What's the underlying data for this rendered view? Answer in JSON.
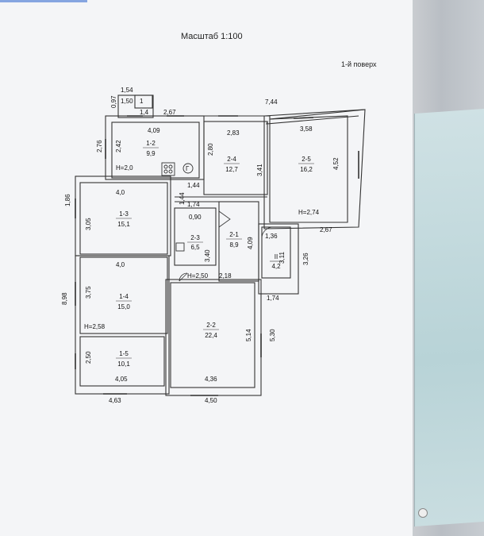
{
  "header": {
    "scale": "Масштаб 1:100",
    "floor": "1-й поверх"
  },
  "rooms": [
    {
      "id": "1-2",
      "area": "9,9"
    },
    {
      "id": "2-4",
      "area": "12,7"
    },
    {
      "id": "2-5",
      "area": "16,2"
    },
    {
      "id": "1-3",
      "area": "15,1"
    },
    {
      "id": "2-3",
      "area": "6,5"
    },
    {
      "id": "2-1",
      "area": "8,9"
    },
    {
      "id": "II",
      "area": "4,2"
    },
    {
      "id": "1-4",
      "area": "15,0"
    },
    {
      "id": "2-2",
      "area": "22,4"
    },
    {
      "id": "1-5",
      "area": "10,1"
    }
  ],
  "heights": {
    "h1": "H=2,0",
    "h2": "H=2,74",
    "h3": "H=2,58",
    "h4": "H=2,50"
  },
  "dimensions": {
    "d154": "1,54",
    "d150": "1,50",
    "d097": "0,97",
    "d14": "1,4",
    "d1": "1",
    "d267a": "2,67",
    "d744": "7,44",
    "d409a": "4,09",
    "d283": "2,83",
    "d358": "3,58",
    "d276": "2,76",
    "d242": "2,42",
    "d280": "2,80",
    "d341": "3,41",
    "d452": "4,52",
    "d144a": "1,44",
    "d144b": "1,44",
    "d40a": "4,0",
    "d186": "1,86",
    "d174a": "1,74",
    "d305": "3,05",
    "d090": "0,90",
    "d267b": "2,67",
    "d136": "1,36",
    "d409b": "4,09",
    "d340": "3,40",
    "d311": "3,11",
    "d326": "3,26",
    "d40b": "4,0",
    "d218": "2,18",
    "d174b": "1,74",
    "d898": "8,98",
    "d375": "3,75",
    "d514": "5,14",
    "d530": "5,30",
    "d250": "2,50",
    "d405": "4,05",
    "d436": "4,36",
    "d463": "4,63",
    "d450": "4,50"
  },
  "symbols": {
    "gas": "Г"
  }
}
